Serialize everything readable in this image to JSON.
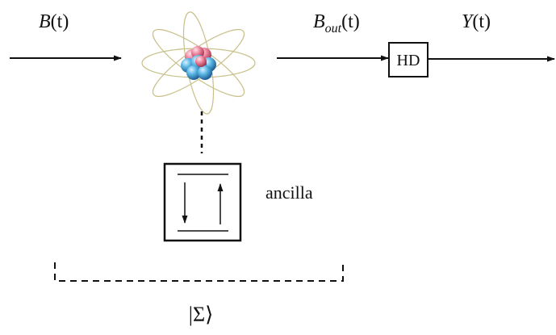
{
  "labels": {
    "input_field_main": "B",
    "input_field_suffix": "(t)",
    "output_field_main": "B",
    "output_field_sub": "out",
    "output_field_suffix": "(t)",
    "measurement_record_main": "Y",
    "measurement_record_suffix": "(t)",
    "detector": "HD",
    "ancilla": "ancilla",
    "joint_state": "|Σ⟩"
  },
  "icons": {
    "atom": "atom-icon",
    "spin_up": "arrow-up-icon",
    "spin_down": "arrow-down-icon"
  },
  "colors": {
    "ink": "#111111",
    "orbit": "#c8c08a",
    "proton": "#e07a93",
    "neutron": "#4aa3d4"
  }
}
